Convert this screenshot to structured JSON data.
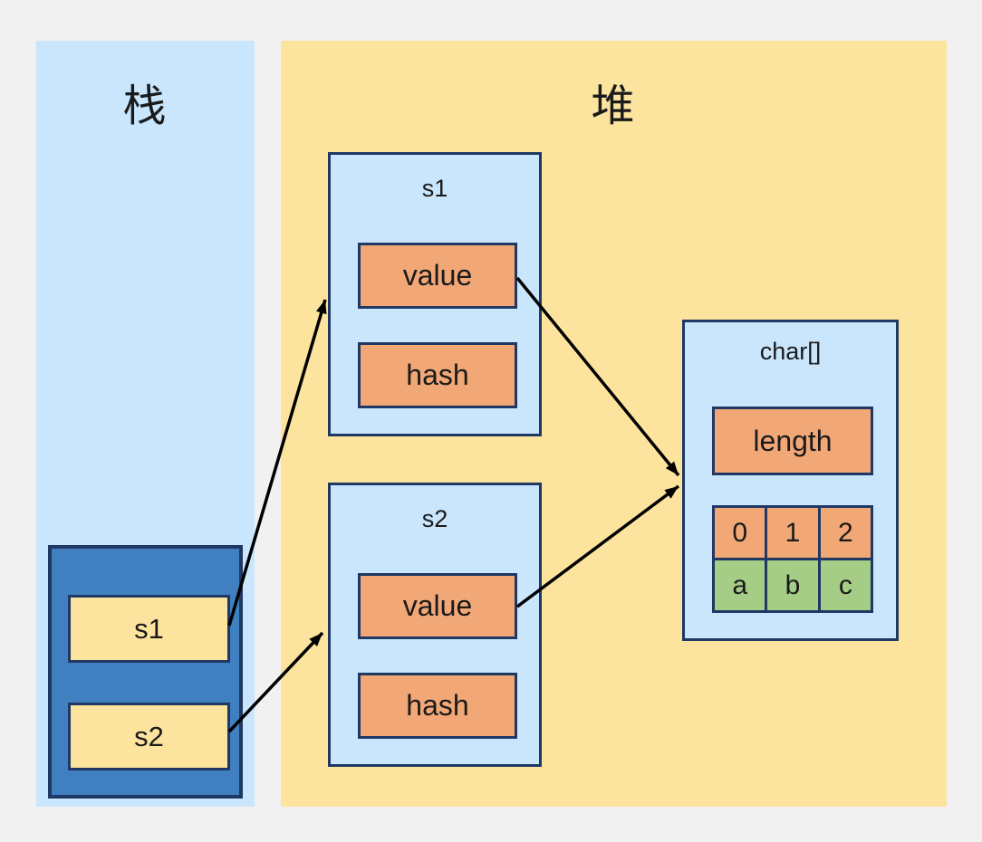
{
  "regions": {
    "stack": {
      "label": "栈"
    },
    "heap": {
      "label": "堆"
    }
  },
  "stack_frame": {
    "slots": [
      {
        "label": "s1"
      },
      {
        "label": "s2"
      }
    ]
  },
  "heap_objects": {
    "s1": {
      "title": "s1",
      "fields": [
        {
          "label": "value"
        },
        {
          "label": "hash"
        }
      ]
    },
    "s2": {
      "title": "s2",
      "fields": [
        {
          "label": "value"
        },
        {
          "label": "hash"
        }
      ]
    },
    "char_array": {
      "title": "char[]",
      "length_label": "length",
      "cells": [
        {
          "index": "0",
          "char": "a"
        },
        {
          "index": "1",
          "char": "b"
        },
        {
          "index": "2",
          "char": "c"
        }
      ]
    }
  },
  "arrows": [
    {
      "name": "stack-s1-to-heap-s1",
      "from": "stack s1",
      "to": "heap object s1"
    },
    {
      "name": "stack-s2-to-heap-s2",
      "from": "stack s2",
      "to": "heap object s2"
    },
    {
      "name": "s1-value-to-char-array",
      "from": "s1.value",
      "to": "char[]"
    },
    {
      "name": "s2-value-to-char-array",
      "from": "s2.value",
      "to": "char[]"
    }
  ],
  "colors": {
    "page_bg": "#f1f1f1",
    "stack_region_bg": "#c9e6fc",
    "heap_region_bg": "#fde49e",
    "stack_frame_bg": "#4080c1",
    "object_bg": "#c9e6fc",
    "field_bg": "#f2a777",
    "char_cell_bg": "#a5cd86",
    "border": "#1f3864",
    "arrow": "#000000"
  }
}
